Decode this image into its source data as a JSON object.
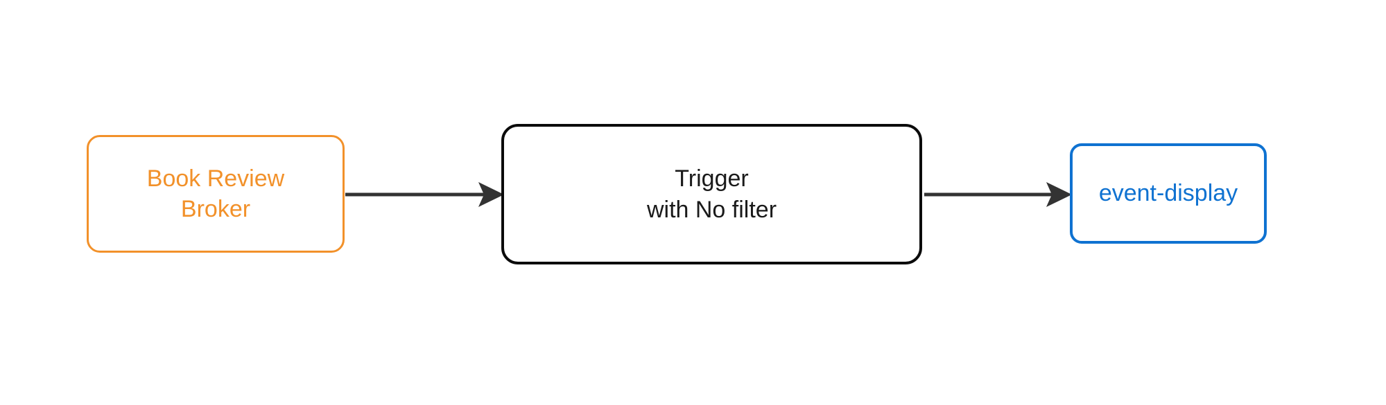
{
  "diagram": {
    "type": "flowchart",
    "direction": "left-to-right",
    "background_color": "#ffffff",
    "nodes": [
      {
        "id": "broker",
        "label": "Book Review\nBroker",
        "label_lines": [
          "Book Review",
          "Broker"
        ],
        "shape": "rounded-rectangle",
        "stroke_color": "#F2912A",
        "text_color": "#F2912A",
        "fill_color": "#ffffff"
      },
      {
        "id": "trigger",
        "label": "Trigger\nwith No filter",
        "label_lines": [
          "Trigger",
          "with No filter"
        ],
        "shape": "rounded-rectangle",
        "stroke_color": "#0B0B0B",
        "text_color": "#1a1a1a",
        "fill_color": "#ffffff"
      },
      {
        "id": "event-display",
        "label": "event-display",
        "label_lines": [
          "event-display"
        ],
        "shape": "rounded-rectangle",
        "stroke_color": "#0F72D1",
        "text_color": "#0F72D1",
        "fill_color": "#ffffff"
      }
    ],
    "edges": [
      {
        "id": "edge-broker-to-trigger",
        "from": "broker",
        "to": "trigger",
        "label": "",
        "arrowhead": "filled-triangle",
        "stroke_color": "#333333"
      },
      {
        "id": "edge-trigger-to-event-display",
        "from": "trigger",
        "to": "event-display",
        "label": "",
        "arrowhead": "filled-triangle",
        "stroke_color": "#333333"
      }
    ]
  }
}
